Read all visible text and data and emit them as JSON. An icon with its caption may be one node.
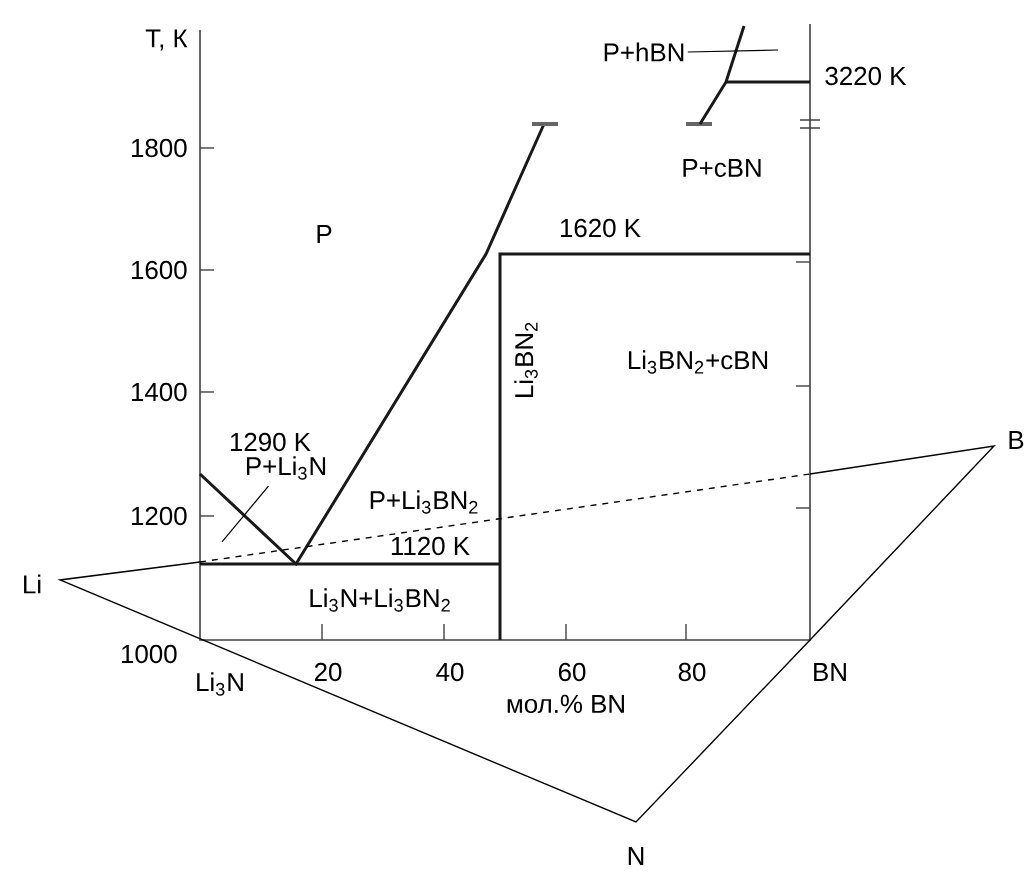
{
  "diagram": {
    "nodes": [
      {
        "text": [
          "P+hBN"
        ]
      },
      {
        "text": [
          "P+Li$_{3}$N"
        ]
      }
    ],
    "edges": [
      {
        "from": 0,
        "to": null,
        "arrow": "none"
      },
      {
        "from": 1,
        "to": null,
        "arrow": "none"
      }
    ],
    "labels": [
      "T, К",
      "3220 K",
      "1800",
      "P",
      "P+cBN",
      "1620 K",
      "1600",
      "Li$_{3}$BN$_{2}$",
      "Li$_{3}$BN$_{2}$+cBN",
      "1400",
      "1290 K",
      "B",
      "1200",
      "P+Li$_{3}$BN$_{2}$",
      "1120 K",
      "Li",
      "Li$_{3}$N+Li$_{3}$BN$_{2}$",
      "1000",
      "Li$_{3}$N",
      "20",
      "40",
      "60",
      "80",
      "BN",
      "мол.% BN",
      "N"
    ]
  }
}
